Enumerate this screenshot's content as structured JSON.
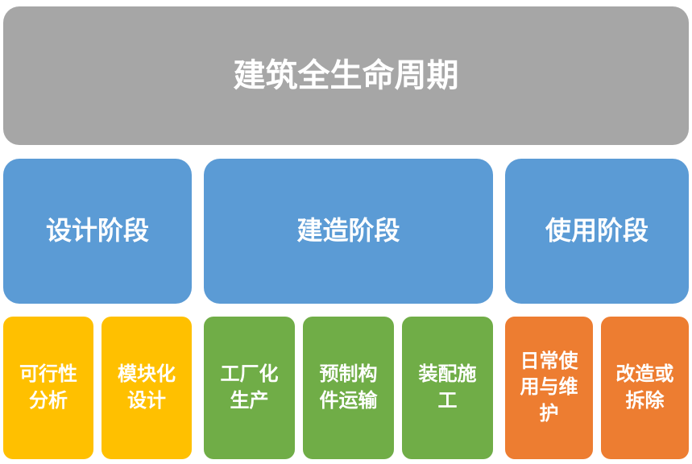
{
  "diagram": {
    "title": "建筑全生命周期",
    "colors": {
      "root": "#A6A6A6",
      "phase": "#5B9BD5",
      "design": "#FFC000",
      "construction": "#70AD47",
      "usage": "#ED7D31",
      "text": "#FFFFFF",
      "background": "#FFFFFF"
    },
    "phases": [
      {
        "label": "设计阶段",
        "items": [
          "可行性分析",
          "模块化设计"
        ]
      },
      {
        "label": "建造阶段",
        "items": [
          "工厂化生产",
          "预制构件运输",
          "装配施工"
        ]
      },
      {
        "label": "使用阶段",
        "items": [
          "日常使用与维护",
          "改造或拆除"
        ]
      }
    ]
  }
}
